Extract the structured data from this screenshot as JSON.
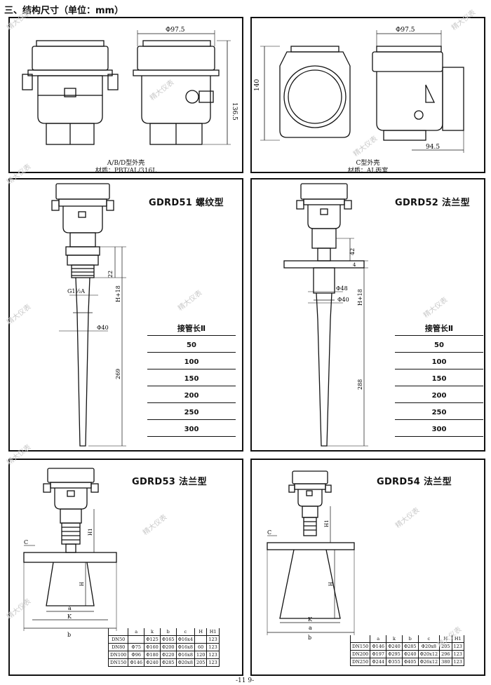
{
  "section_title": "三、结构尺寸（单位：mm）",
  "housing_abd": {
    "name": "A/B/D型外壳",
    "material": "材质：PBT/AL/316L",
    "dim_width": "Φ97.5",
    "dim_height": "136.5"
  },
  "housing_c": {
    "name": "C型外壳",
    "material": "材质：AL丙室",
    "dim_width": "Φ97.5",
    "dim_height": "140",
    "dim_depth": "94.5"
  },
  "gdrd51": {
    "title": "GDRD51 螺纹型",
    "dims": {
      "d22": "22",
      "g": "G1½A",
      "h18": "H+18",
      "phi40": "Φ40",
      "len": "269"
    },
    "table_header": "接管长Ⅱ",
    "table_rows": [
      "50",
      "100",
      "150",
      "200",
      "250",
      "300"
    ]
  },
  "gdrd52": {
    "title": "GDRD52 法兰型",
    "dims": {
      "d42": "42",
      "d4": "4",
      "phi48": "Φ48",
      "phi40": "Φ40",
      "h18": "H+18",
      "len": "288"
    },
    "table_header": "接管长Ⅱ",
    "table_rows": [
      "50",
      "100",
      "150",
      "200",
      "250",
      "300"
    ]
  },
  "gdrd53": {
    "title": "GDRD53 法兰型",
    "dims": {
      "c": "C",
      "h1": "H1",
      "h": "H",
      "a": "a",
      "k": "K",
      "b": "b"
    },
    "table": {
      "headers": [
        "",
        "a",
        "k",
        "b",
        "c",
        "H",
        "H1"
      ],
      "rows": [
        [
          "DN50",
          "",
          "Φ125",
          "Φ165",
          "Φ16x4",
          "",
          "123"
        ],
        [
          "DN80",
          "Φ75",
          "Φ160",
          "Φ200",
          "Φ16x8",
          "60",
          "123"
        ],
        [
          "DN100",
          "Φ96",
          "Φ180",
          "Φ220",
          "Φ16x8",
          "120",
          "123"
        ],
        [
          "DN150",
          "Φ146",
          "Φ240",
          "Φ285",
          "Φ20x8",
          "205",
          "123"
        ]
      ]
    }
  },
  "gdrd54": {
    "title": "GDRD54 法兰型",
    "dims": {
      "c": "C",
      "h1": "H1",
      "h": "H",
      "a": "a",
      "k": "K",
      "b": "b"
    },
    "table": {
      "headers": [
        "",
        "a",
        "k",
        "b",
        "c",
        "H",
        "H1"
      ],
      "rows": [
        [
          "DN150",
          "Φ146",
          "Φ240",
          "Φ285",
          "Φ20x8",
          "205",
          "123"
        ],
        [
          "DN200",
          "Φ197",
          "Φ295",
          "Φ240",
          "Φ20x12",
          "296",
          "123"
        ],
        [
          "DN250",
          "Φ244",
          "Φ355",
          "Φ405",
          "Φ26x12",
          "380",
          "123"
        ]
      ]
    }
  },
  "page_number": "-11 9-",
  "watermark": "精大仪表"
}
